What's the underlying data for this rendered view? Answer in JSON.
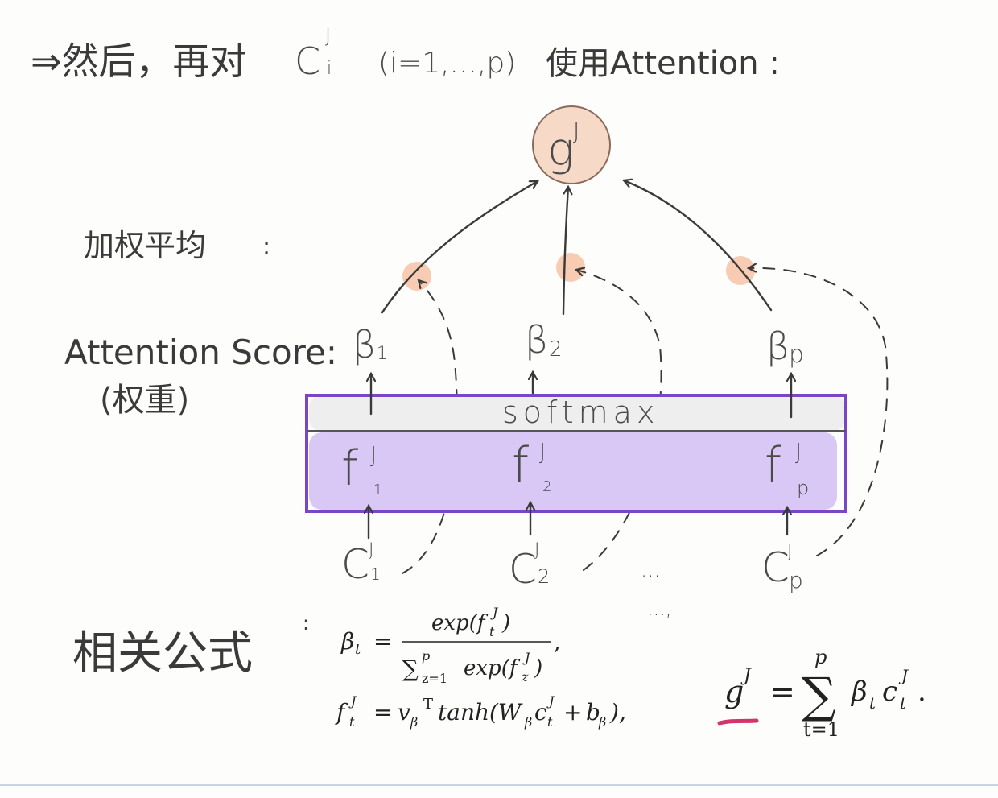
{
  "title": {
    "prefix": "⇒然后，再对",
    "symbol": "C",
    "symbol_sup": "J",
    "symbol_sub": "i",
    "range": "(i=1,...,p)",
    "suffix": "使用Attention :"
  },
  "labels": {
    "weighted_avg": "加权平均",
    "weighted_avg_colon": ":",
    "attention_score": "Attention Score:",
    "weights": "(权重)",
    "formulas": "相关公式",
    "formulas_colon": ":"
  },
  "output_node": {
    "base": "g",
    "sup": "J"
  },
  "betas": [
    {
      "base": "β",
      "sub": "1"
    },
    {
      "base": "β",
      "sub": "2"
    },
    {
      "base": "β",
      "sub": "p"
    }
  ],
  "softmax_label": "softmax",
  "f_nodes": [
    {
      "base": "f",
      "sup": "J",
      "sub": "1"
    },
    {
      "base": "f",
      "sup": "J",
      "sub": "2"
    },
    {
      "base": "f",
      "sup": "J",
      "sub": "p"
    }
  ],
  "c_nodes": [
    {
      "base": "C",
      "sup": "J",
      "sub": "1"
    },
    {
      "base": "C",
      "sup": "J",
      "sub": "2"
    },
    {
      "base": "C",
      "sup": "J",
      "sub": "p"
    }
  ],
  "ellipsis_1": "...",
  "ellipsis_2": "...,",
  "formula_beta": {
    "lhs": "β",
    "lhs_sub": "t",
    "eq": "=",
    "num": "exp(f",
    "num_sub": "t",
    "num_sup": "J",
    "num_close": ")",
    "den_sum": "∑",
    "den_sup": "p",
    "den_sub": "z=1",
    "den_body": "exp(f",
    "den_body_sub": "z",
    "den_body_sup": "J",
    "den_close": ")",
    "comma": ","
  },
  "formula_f": {
    "lhs": "f",
    "lhs_sub": "t",
    "lhs_sup": "J",
    "eq": "=",
    "v": "v",
    "v_sub": "β",
    "T": "T",
    "body": "tanh(W",
    "body_sub": "β",
    "c": "c",
    "c_sub": "t",
    "c_sup": "J",
    "plus": "+",
    "b": "b",
    "b_sub": "β",
    "close": "),"
  },
  "formula_g": {
    "lhs": "g",
    "lhs_sup": "J",
    "eq": "=",
    "sum": "∑",
    "sum_sup": "p",
    "sum_sub": "t=1",
    "beta": "β",
    "beta_sub": "t",
    "c": "c",
    "c_sub": "t",
    "c_sup": "J",
    "dot": "."
  },
  "colors": {
    "peach_fill": "#f7d9c8",
    "peach_stroke": "#8a6a5a",
    "peach_dot": "#f6c3a6",
    "lavender": "#d9c8f5",
    "purple_border": "#7b45c8",
    "softmax_band": "#eeeeee",
    "underline": "#d6336c"
  }
}
